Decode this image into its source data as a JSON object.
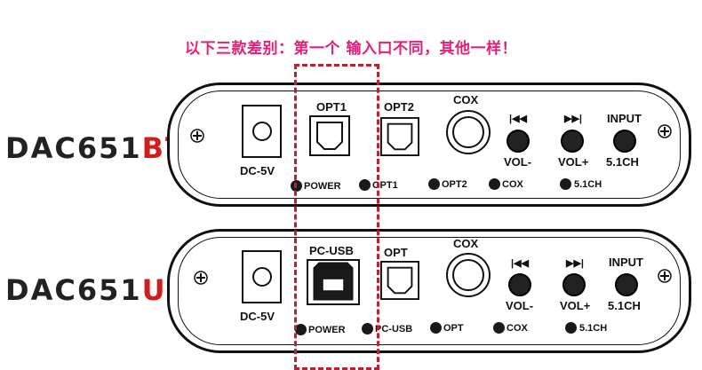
{
  "title": "以下三款差别：第一个 输入口不同，其他一样！",
  "colors": {
    "title": "#e0207a",
    "model_suffix": "#d21d1d",
    "dashed_box": "#c41e2a"
  },
  "devices": [
    {
      "model_prefix": "DAC651",
      "model_suffix": "BT",
      "port_labels": {
        "dc": "DC-5V",
        "in1": "OPT1",
        "in2": "OPT2",
        "coax": "COX",
        "prev": "|◀◀",
        "next": "▶▶|",
        "input": "INPUT",
        "vol_down": "VOL-",
        "vol_up": "VOL+",
        "ch": "5.1CH"
      },
      "leds": [
        "POWER",
        "OPT1",
        "OPT2",
        "COX",
        "5.1CH"
      ]
    },
    {
      "model_prefix": "DAC651",
      "model_suffix": "U",
      "port_labels": {
        "dc": "DC-5V",
        "in1": "PC-USB",
        "in2": "OPT",
        "coax": "COX",
        "prev": "|◀◀",
        "next": "▶▶|",
        "input": "INPUT",
        "vol_down": "VOL-",
        "vol_up": "VOL+",
        "ch": "5.1CH"
      },
      "leds": [
        "POWER",
        "PC-USB",
        "OPT",
        "COX",
        "5.1CH"
      ]
    }
  ]
}
